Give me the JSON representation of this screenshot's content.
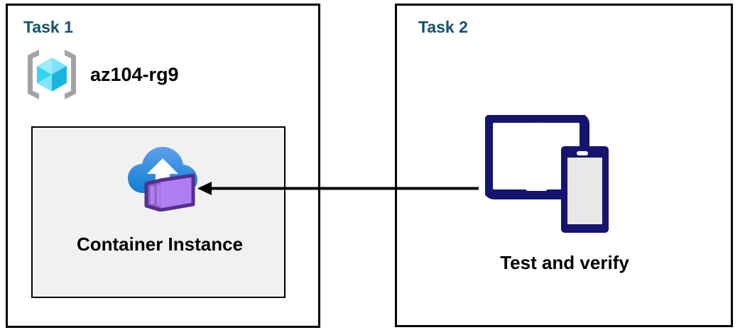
{
  "diagram": {
    "title_color": "#15506f",
    "panels": [
      {
        "id": "task1",
        "heading": "Task 1",
        "resource_group": {
          "icon": "azure-resource-group-icon",
          "name": "az104-rg9"
        },
        "inner_box": {
          "icon": "azure-container-instance-icon",
          "label": "Container Instance",
          "fill_color": "#f1f1f1",
          "border_color": "#000000"
        }
      },
      {
        "id": "task2",
        "heading": "Task 2",
        "device": {
          "icon": "tablet-and-phone-icon",
          "label": "Test and verify",
          "color": "#151570"
        }
      }
    ],
    "arrow": {
      "name": "flow-arrow-right-to-left",
      "direction": "left",
      "color": "#000000",
      "from": "Test and verify",
      "to": "Container Instance"
    },
    "colors": {
      "panel_border": "#000000",
      "heading": "#15506f",
      "device_navy": "#151570",
      "cloud_blue": "#1b86d8",
      "container_purple": "#a97ae8",
      "cube_cyan": "#50e6ff",
      "bracket_gray": "#a3a3a3"
    }
  }
}
